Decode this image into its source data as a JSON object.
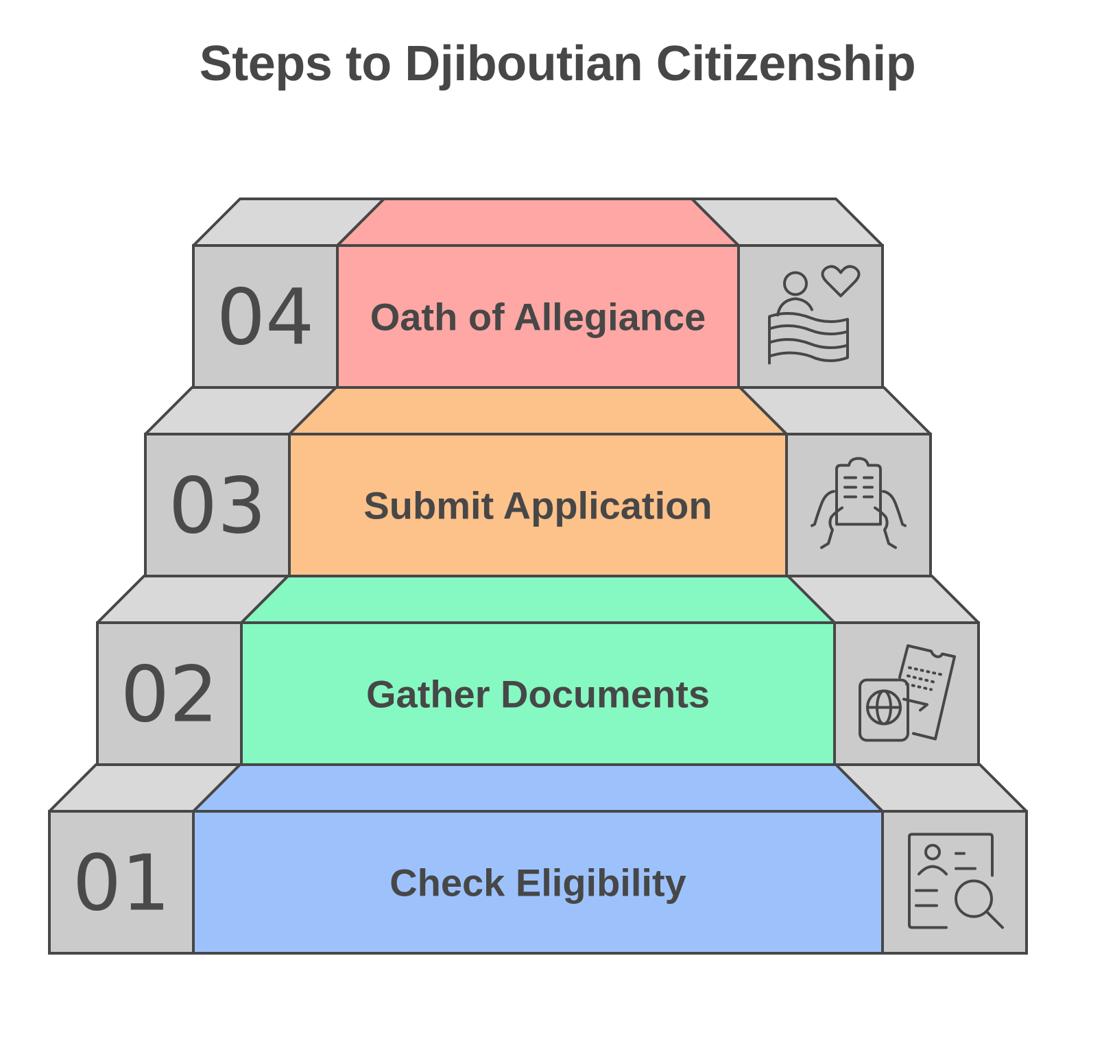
{
  "title": "Steps to Djiboutian Citizenship",
  "colors": {
    "outline": "#474747",
    "side_top": "#d9d9d9",
    "side_front": "#cbcbcb"
  },
  "steps": [
    {
      "number": "01",
      "label": "Check Eligibility",
      "color": "#9dc2fb",
      "icon": "profile-search-icon"
    },
    {
      "number": "02",
      "label": "Gather Documents",
      "color": "#86f8c2",
      "icon": "passport-ticket-icon"
    },
    {
      "number": "03",
      "label": "Submit Application",
      "color": "#fdc18a",
      "icon": "hands-clipboard-icon"
    },
    {
      "number": "04",
      "label": "Oath of Allegiance",
      "color": "#fea7a4",
      "icon": "person-heart-flag-icon"
    }
  ]
}
